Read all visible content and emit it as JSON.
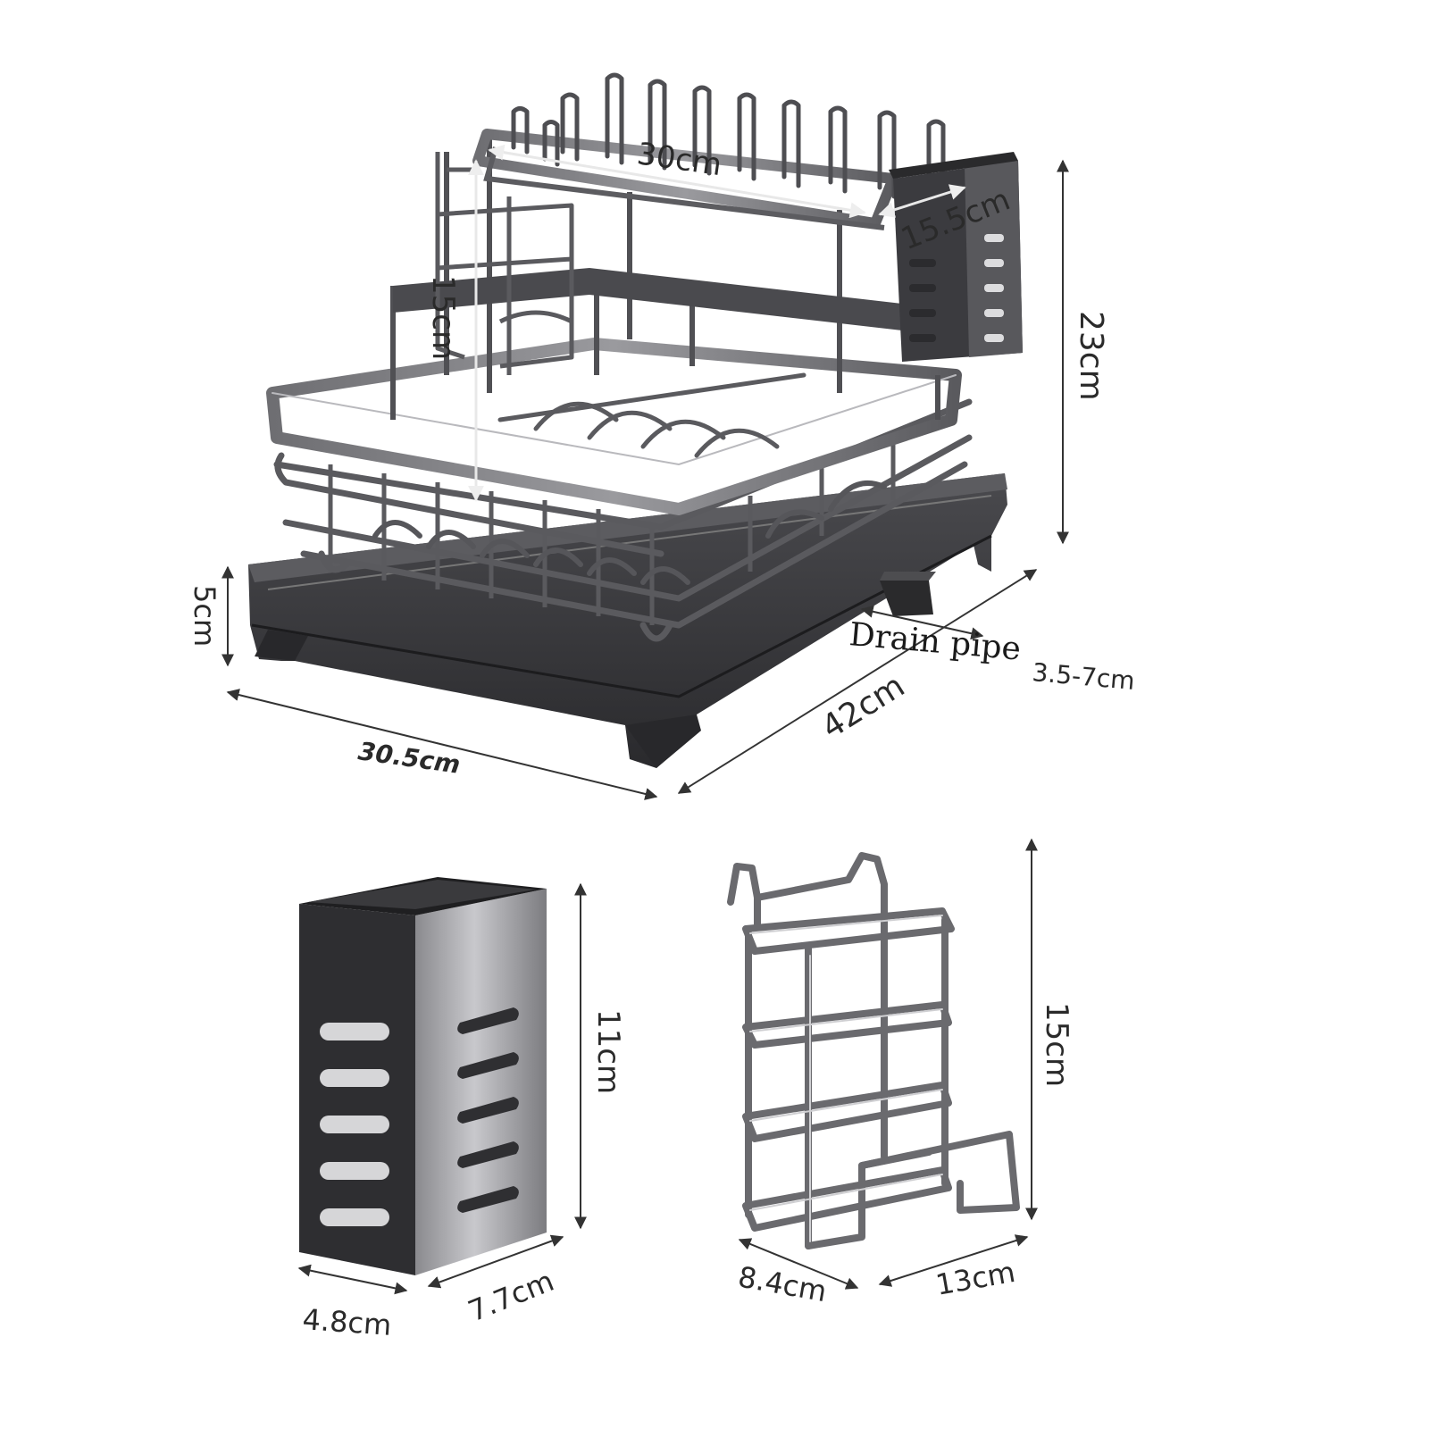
{
  "labels": {
    "upper_width": "30cm",
    "upper_depth": "15.5cm",
    "upper_height": "15cm",
    "total_height": "23cm",
    "tray_height": "5cm",
    "total_width": "30.5cm",
    "total_depth": "42cm",
    "drain_pipe": "Drain pipe",
    "drain_pipe_range": "3.5-7cm",
    "holder_height": "11cm",
    "holder_width": "4.8cm",
    "holder_depth": "7.7cm",
    "board_rack_height": "15cm",
    "board_rack_width": "8.4cm",
    "board_rack_depth": "13cm"
  }
}
